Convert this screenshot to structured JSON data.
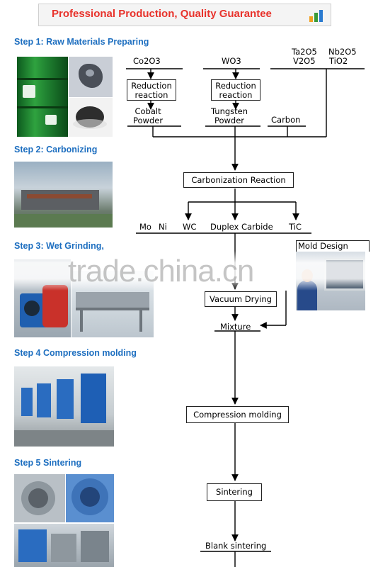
{
  "banner": {
    "title": "Professional Production,  Quality Guarantee",
    "icon": "bar-chart-icon",
    "icon_colors": [
      "#f0a020",
      "#3a9a3a",
      "#2a7ad0"
    ]
  },
  "steps": [
    "Step 1:  Raw Materials Preparing",
    "Step 2: Carbonizing",
    "Step 3: Wet Grinding,",
    "Step 4 Compression molding",
    "Step 5  Sintering"
  ],
  "flow": {
    "co2o3": "Co2O3",
    "wo3": "WO3",
    "ta2o5": "Ta2O5",
    "nb2o5": "Nb2O5",
    "v2o5": "V2O5",
    "tio2": "TiO2",
    "reduction_1": [
      "Reduction",
      "reaction"
    ],
    "reduction_2": [
      "Reduction",
      "reaction"
    ],
    "cobalt": [
      "Cobalt",
      "Powder"
    ],
    "tungsten": [
      "Tungsten",
      "Powder"
    ],
    "carbon": "Carbon",
    "carbonization": "Carbonization Reaction",
    "mo": "Mo",
    "ni": "Ni",
    "wc": "WC",
    "duplex": "Duplex Carbide",
    "tic": "TiC",
    "mold_design": "Mold Design",
    "vacuum_drying": "Vacuum Drying",
    "mixture": "Mixture",
    "compression": "Compression molding",
    "sintering": "Sintering",
    "blank_sintering": "Blank sintering"
  },
  "watermark": "trade.china.cn",
  "colors": {
    "step_label": "#1e6fc0",
    "banner_title": "#e8322b"
  }
}
